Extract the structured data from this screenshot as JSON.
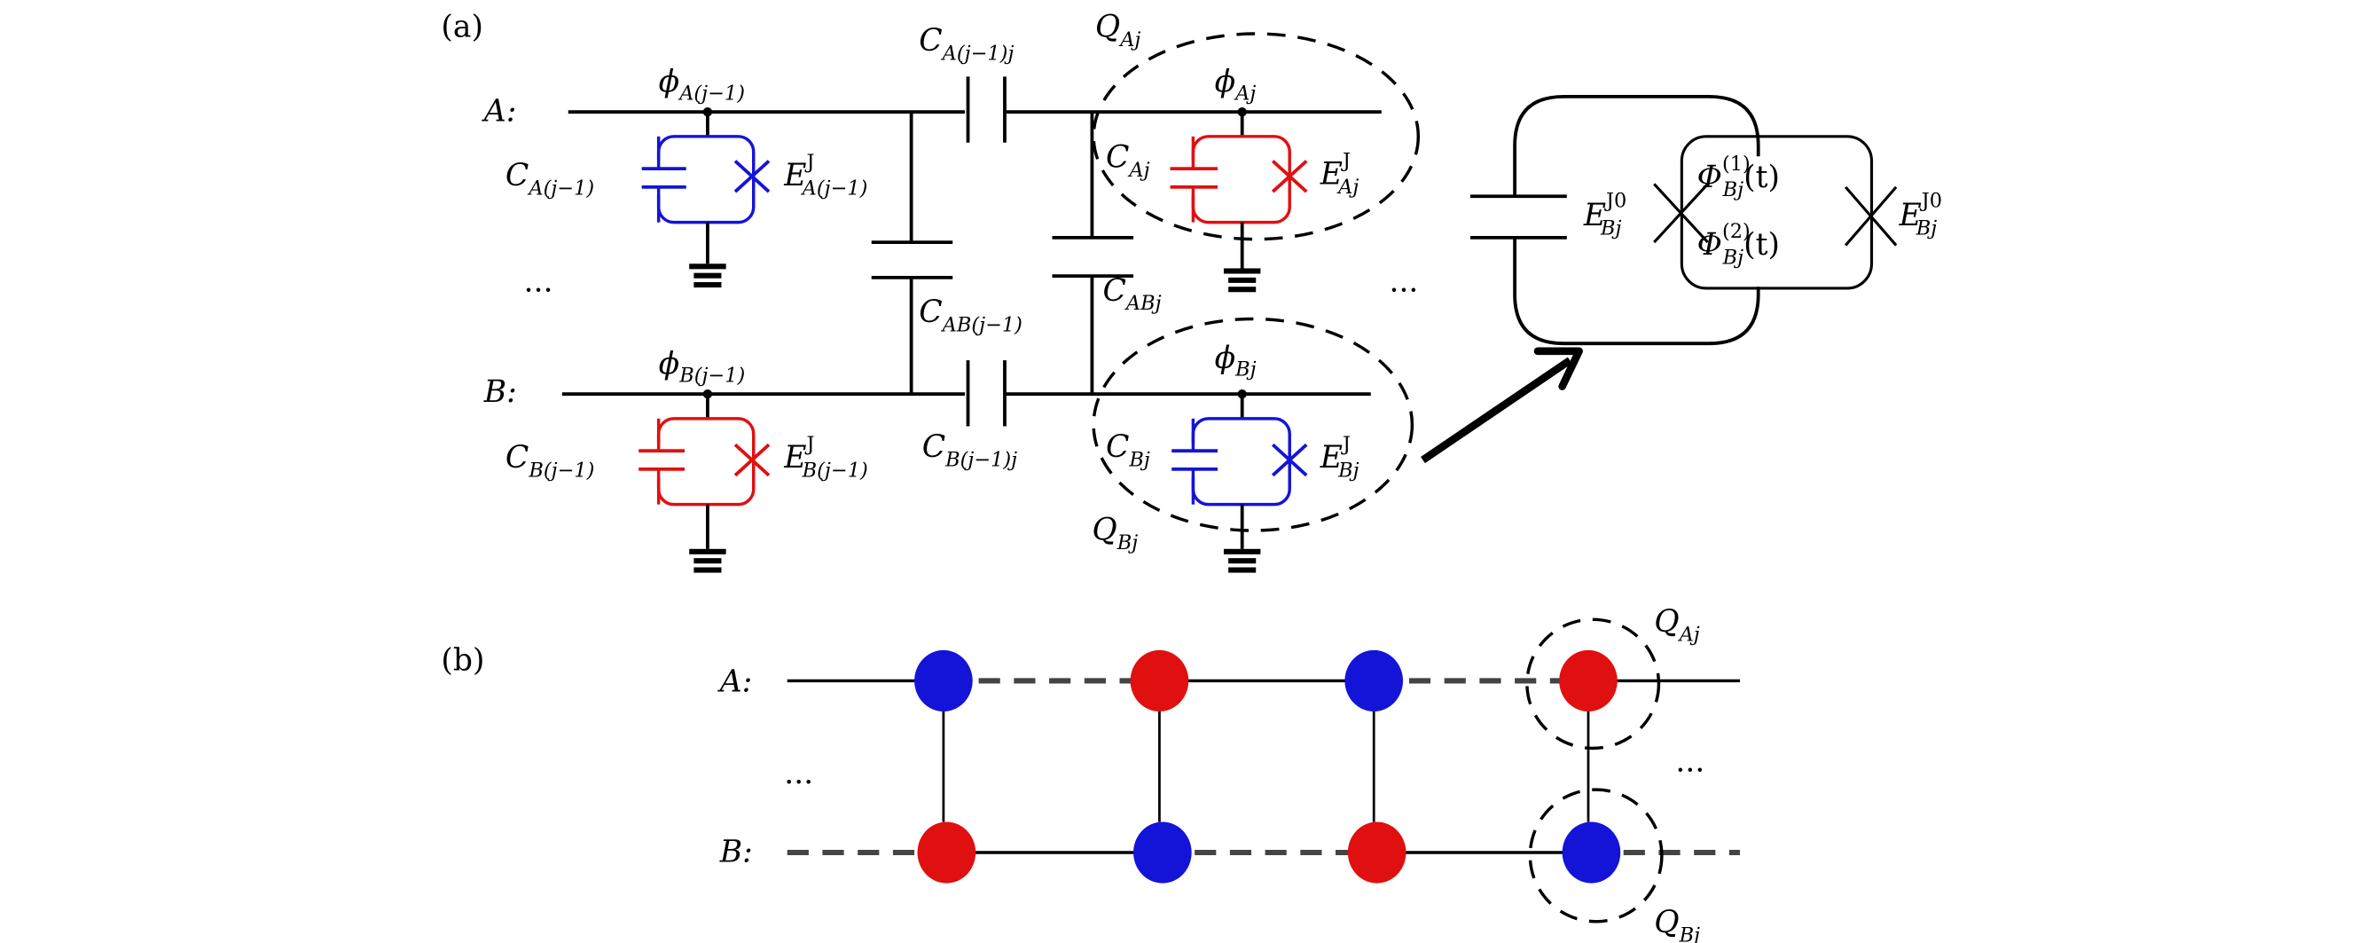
{
  "panels": {
    "a": {
      "label": "(a)"
    },
    "b": {
      "label": "(b)"
    }
  },
  "colors": {
    "blue": "#1414d8",
    "red": "#e01010",
    "wire": "#000000",
    "dashed_link": "#444444"
  },
  "panel_a": {
    "rails": [
      {
        "id": "A",
        "label": "A:"
      },
      {
        "id": "B",
        "label": "B:"
      }
    ],
    "nodes": {
      "phi_A_jm1": {
        "base": "ϕ",
        "sub": "A(j−1)"
      },
      "phi_Aj": {
        "base": "ϕ",
        "sub": "Aj"
      },
      "phi_B_jm1": {
        "base": "ϕ",
        "sub": "B(j−1)"
      },
      "phi_Bj": {
        "base": "ϕ",
        "sub": "Bj"
      }
    },
    "capacitors": {
      "C_A_jm1": {
        "base": "C",
        "sub": "A(j−1)"
      },
      "C_Aj": {
        "base": "C",
        "sub": "Aj"
      },
      "C_B_jm1": {
        "base": "C",
        "sub": "B(j−1)"
      },
      "C_Bj": {
        "base": "C",
        "sub": "Bj"
      },
      "C_A_jm1_j": {
        "base": "C",
        "sub": "A(j−1)j"
      },
      "C_B_jm1_j": {
        "base": "C",
        "sub": "B(j−1)j"
      },
      "C_AB_jm1": {
        "base": "C",
        "sub": "AB(j−1)"
      },
      "C_ABj": {
        "base": "C",
        "sub": "ABj"
      }
    },
    "junctions": {
      "E_A_jm1": {
        "base": "E",
        "sup": "J",
        "sub": "A(j−1)"
      },
      "E_Aj": {
        "base": "E",
        "sup": "J",
        "sub": "Aj"
      },
      "E_B_jm1": {
        "base": "E",
        "sup": "J",
        "sub": "B(j−1)"
      },
      "E_Bj": {
        "base": "E",
        "sup": "J",
        "sub": "Bj"
      }
    },
    "qubits": {
      "Q_Aj": {
        "base": "Q",
        "sub": "Aj"
      },
      "Q_Bj": {
        "base": "Q",
        "sub": "Bj"
      }
    },
    "ellipsis_left": "···",
    "ellipsis_right": "···",
    "squid_detail": {
      "left_junction": {
        "base": "E",
        "sup": "J0",
        "sub": "Bj"
      },
      "right_junction": {
        "base": "E",
        "sup": "J0",
        "sub": "Bj"
      },
      "flux_1": {
        "base": "Φ",
        "sup": "(1)",
        "sub": "Bj",
        "arg": "(t)"
      },
      "flux_2": {
        "base": "Φ",
        "sup": "(2)",
        "sub": "Bj",
        "arg": "(t)"
      }
    }
  },
  "panel_b": {
    "rails": [
      {
        "id": "A",
        "label": "A:"
      },
      {
        "id": "B",
        "label": "B:"
      }
    ],
    "row_A": [
      "blue",
      "red",
      "blue",
      "red"
    ],
    "row_B": [
      "red",
      "blue",
      "red",
      "blue"
    ],
    "row_A_links": [
      "solid",
      "dashed",
      "solid",
      "dashed",
      "solid"
    ],
    "row_B_links": [
      "dashed",
      "solid",
      "dashed",
      "solid",
      "dashed"
    ],
    "qubits": {
      "Q_Aj": {
        "base": "Q",
        "sub": "Aj"
      },
      "Q_Bj": {
        "base": "Q",
        "sub": "Bj"
      }
    },
    "ellipsis_left": "···",
    "ellipsis_right": "···"
  }
}
